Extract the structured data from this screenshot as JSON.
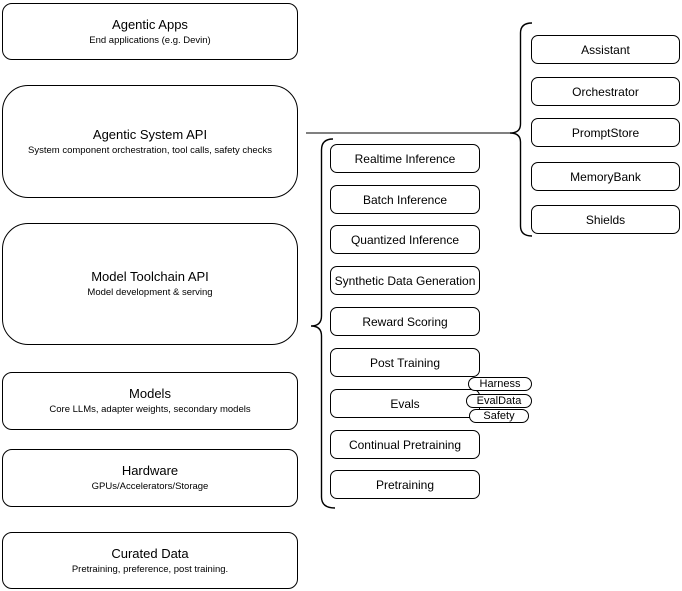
{
  "colors": {
    "background": "#ffffff",
    "box_border": "#000000",
    "text": "#000000",
    "connector": "#808080"
  },
  "stack": [
    {
      "title": "Agentic Apps",
      "subtitle": "End applications (e.g. Devin)"
    },
    {
      "title": "Agentic System API",
      "subtitle": "System component orchestration, tool calls, safety checks"
    },
    {
      "title": "Model Toolchain API",
      "subtitle": "Model development & serving"
    },
    {
      "title": "Models",
      "subtitle": "Core LLMs, adapter weights, secondary models"
    },
    {
      "title": "Hardware",
      "subtitle": "GPUs/Accelerators/Storage"
    },
    {
      "title": "Curated Data",
      "subtitle": "Pretraining, preference, post training."
    }
  ],
  "toolchain": {
    "items": [
      "Realtime Inference",
      "Batch Inference",
      "Quantized Inference",
      "Synthetic Data Generation",
      "Reward Scoring",
      "Post Training",
      "Evals",
      "Continual Pretraining",
      "Pretraining"
    ]
  },
  "eval_tags": [
    "Harness",
    "EvalData",
    "Safety"
  ],
  "system_components": {
    "items": [
      "Assistant",
      "Orchestrator",
      "PromptStore",
      "MemoryBank",
      "Shields"
    ]
  }
}
